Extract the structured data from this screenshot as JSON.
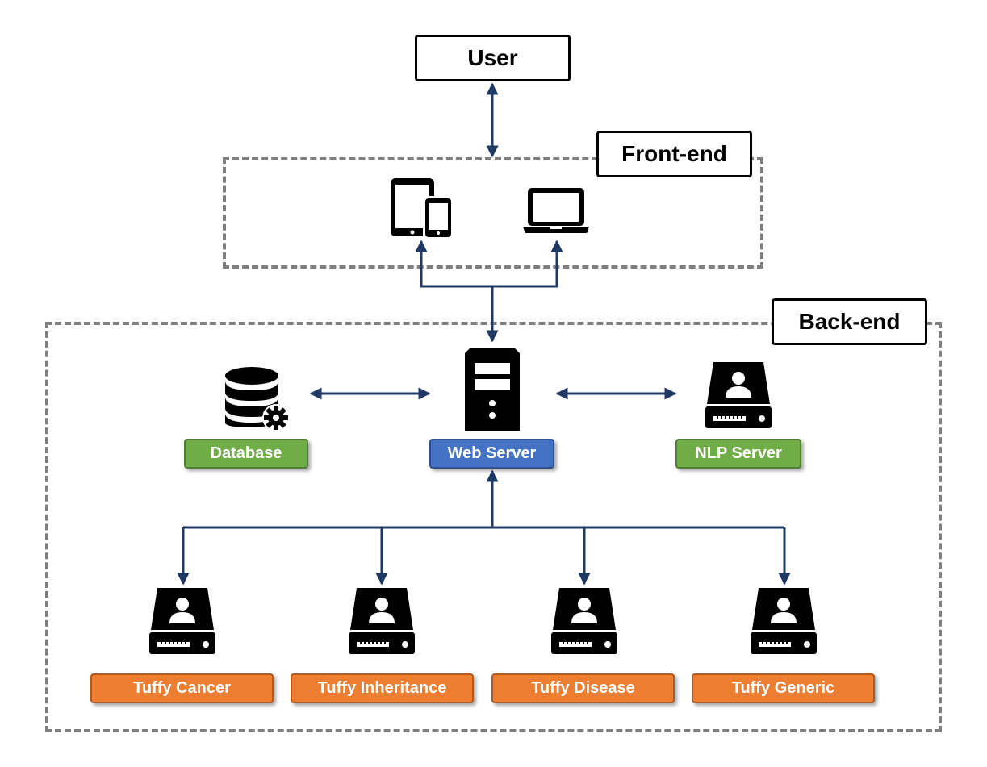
{
  "user": {
    "label": "User"
  },
  "frontend": {
    "label": "Front-end",
    "icons": [
      "tablet-phone-icon",
      "laptop-icon"
    ]
  },
  "backend": {
    "label": "Back-end",
    "database": {
      "label": "Database",
      "icon": "database-gear-icon"
    },
    "web_server": {
      "label": "Web Server",
      "icon": "server-tower-icon"
    },
    "nlp_server": {
      "label": "NLP Server",
      "icon": "user-drive-icon"
    },
    "modules": [
      {
        "label": "Tuffy Cancer",
        "icon": "user-drive-icon"
      },
      {
        "label": "Tuffy Inheritance",
        "icon": "user-drive-icon"
      },
      {
        "label": "Tuffy Disease",
        "icon": "user-drive-icon"
      },
      {
        "label": "Tuffy Generic",
        "icon": "user-drive-icon"
      }
    ]
  },
  "colors": {
    "arrow": "#1f3864",
    "green": "#70ad47",
    "blue": "#4472c4",
    "orange": "#ed7d31",
    "dashed_border": "#7f7f7f"
  }
}
